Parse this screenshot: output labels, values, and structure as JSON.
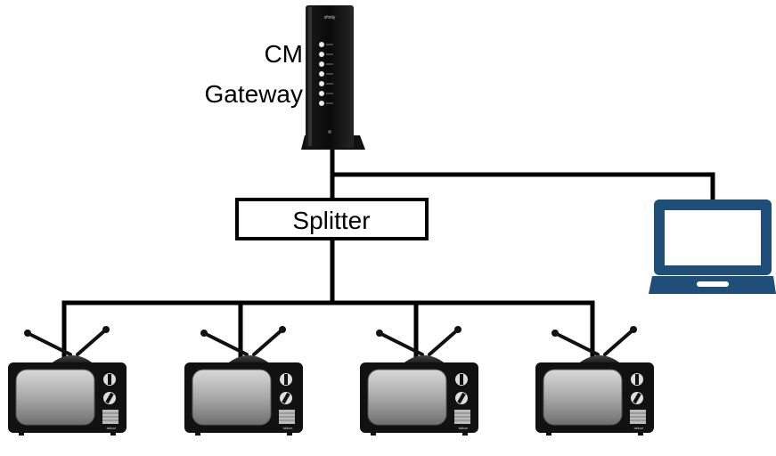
{
  "gateway": {
    "label_line1": "CM",
    "label_line2": "Gateway",
    "brand": "xfinity"
  },
  "splitter": {
    "label": "Splitter"
  },
  "laptop": {
    "icon": "laptop-icon",
    "color": "#1f4e79"
  },
  "televisions": [
    {
      "icon": "tv-icon",
      "brand": "talkon"
    },
    {
      "icon": "tv-icon",
      "brand": "talkon"
    },
    {
      "icon": "tv-icon",
      "brand": "talkon"
    },
    {
      "icon": "tv-icon",
      "brand": "talkon"
    }
  ],
  "colors": {
    "wire": "#000000",
    "laptop": "#1f4e79",
    "tv_body": "#111111"
  }
}
